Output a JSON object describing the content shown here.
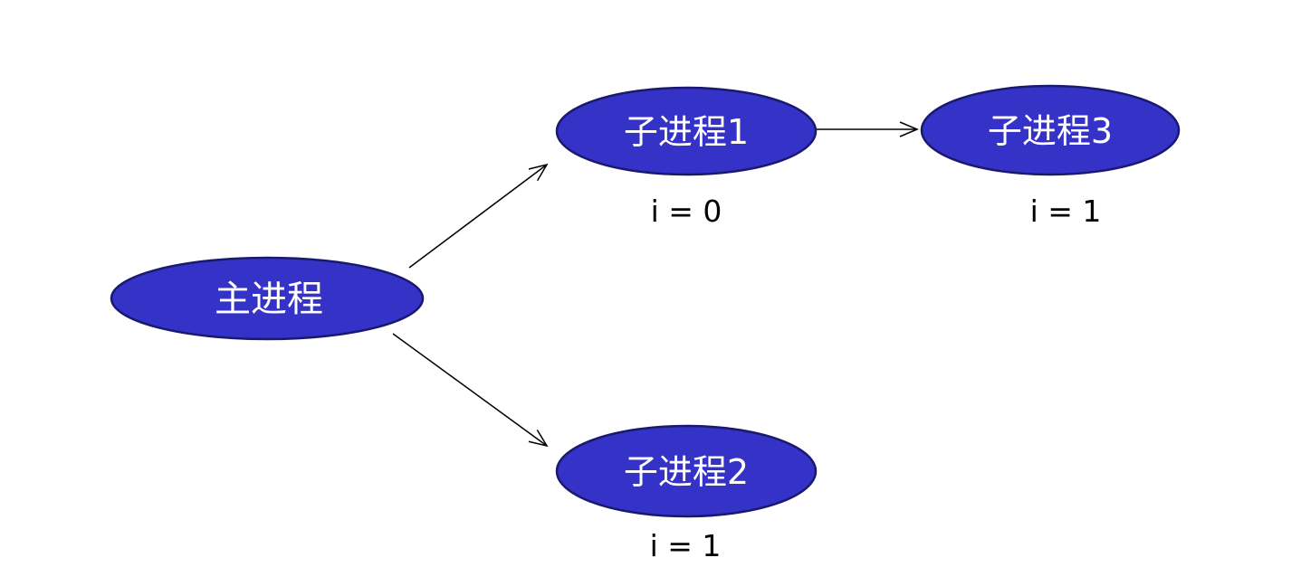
{
  "diagram": {
    "type": "process-tree",
    "background_color": "#ffffff",
    "node_fill_color": "#3532c8",
    "node_border_color": "#191970",
    "node_text_color": "#ffffff",
    "edge_color": "#000000",
    "note_text_color": "#000000",
    "nodes": [
      {
        "id": "main",
        "label": "主进程"
      },
      {
        "id": "child1",
        "label": "子进程1",
        "note": "i = 0"
      },
      {
        "id": "child3",
        "label": "子进程3",
        "note": "i = 1"
      },
      {
        "id": "child2",
        "label": "子进程2",
        "note": "i = 1"
      }
    ],
    "edges": [
      {
        "from": "main",
        "to": "child1"
      },
      {
        "from": "main",
        "to": "child2"
      },
      {
        "from": "child1",
        "to": "child3"
      }
    ]
  }
}
